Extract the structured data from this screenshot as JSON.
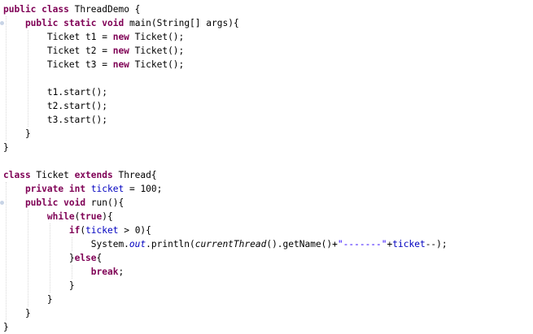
{
  "editor": {
    "lines": [
      {
        "indent": 0,
        "tokens": [
          {
            "t": "public",
            "c": "kw"
          },
          {
            "t": " "
          },
          {
            "t": "class",
            "c": "kw"
          },
          {
            "t": " ThreadDemo {"
          }
        ]
      },
      {
        "indent": 1,
        "tokens": [
          {
            "t": "public",
            "c": "kw"
          },
          {
            "t": " "
          },
          {
            "t": "static",
            "c": "kw"
          },
          {
            "t": " "
          },
          {
            "t": "void",
            "c": "kw"
          },
          {
            "t": " main(String[] args){"
          }
        ]
      },
      {
        "indent": 2,
        "tokens": [
          {
            "t": "Ticket t1 = "
          },
          {
            "t": "new",
            "c": "kw"
          },
          {
            "t": " Ticket();"
          }
        ]
      },
      {
        "indent": 2,
        "tokens": [
          {
            "t": "Ticket t2 = "
          },
          {
            "t": "new",
            "c": "kw"
          },
          {
            "t": " Ticket();"
          }
        ]
      },
      {
        "indent": 2,
        "tokens": [
          {
            "t": "Ticket t3 = "
          },
          {
            "t": "new",
            "c": "kw"
          },
          {
            "t": " Ticket();"
          }
        ]
      },
      {
        "indent": 0,
        "tokens": []
      },
      {
        "indent": 2,
        "tokens": [
          {
            "t": "t1.start();"
          }
        ]
      },
      {
        "indent": 2,
        "tokens": [
          {
            "t": "t2.start();"
          }
        ]
      },
      {
        "indent": 2,
        "tokens": [
          {
            "t": "t3.start();"
          }
        ]
      },
      {
        "indent": 1,
        "tokens": [
          {
            "t": "}"
          }
        ]
      },
      {
        "indent": 0,
        "tokens": [
          {
            "t": "}"
          }
        ]
      },
      {
        "indent": 0,
        "tokens": []
      },
      {
        "indent": 0,
        "tokens": [
          {
            "t": "class",
            "c": "kw"
          },
          {
            "t": " Ticket "
          },
          {
            "t": "extends",
            "c": "kw"
          },
          {
            "t": " Thread{"
          }
        ]
      },
      {
        "indent": 1,
        "tokens": [
          {
            "t": "private",
            "c": "kw"
          },
          {
            "t": " "
          },
          {
            "t": "int",
            "c": "kw"
          },
          {
            "t": " "
          },
          {
            "t": "ticket",
            "c": "fld"
          },
          {
            "t": " = 100;"
          }
        ]
      },
      {
        "indent": 1,
        "tokens": [
          {
            "t": "public",
            "c": "kw"
          },
          {
            "t": " "
          },
          {
            "t": "void",
            "c": "kw"
          },
          {
            "t": " run(){"
          }
        ]
      },
      {
        "indent": 2,
        "tokens": [
          {
            "t": "while",
            "c": "kw"
          },
          {
            "t": "("
          },
          {
            "t": "true",
            "c": "kw"
          },
          {
            "t": "){"
          }
        ]
      },
      {
        "indent": 3,
        "tokens": [
          {
            "t": "if",
            "c": "kw"
          },
          {
            "t": "("
          },
          {
            "t": "ticket",
            "c": "fld"
          },
          {
            "t": " > 0){"
          }
        ]
      },
      {
        "indent": 4,
        "tokens": [
          {
            "t": "System."
          },
          {
            "t": "out",
            "c": "fld-i"
          },
          {
            "t": ".println("
          },
          {
            "t": "currentThread",
            "c": "ital"
          },
          {
            "t": "().getName()+"
          },
          {
            "t": "\"-------\"",
            "c": "str"
          },
          {
            "t": "+"
          },
          {
            "t": "ticket",
            "c": "fld"
          },
          {
            "t": "--);"
          }
        ]
      },
      {
        "indent": 3,
        "tokens": [
          {
            "t": "}"
          },
          {
            "t": "else",
            "c": "kw"
          },
          {
            "t": "{"
          }
        ]
      },
      {
        "indent": 4,
        "tokens": [
          {
            "t": "break",
            "c": "kw"
          },
          {
            "t": ";"
          }
        ]
      },
      {
        "indent": 3,
        "tokens": [
          {
            "t": "}"
          }
        ]
      },
      {
        "indent": 2,
        "tokens": [
          {
            "t": "}"
          }
        ]
      },
      {
        "indent": 1,
        "tokens": [
          {
            "t": "}"
          }
        ]
      },
      {
        "indent": 0,
        "tokens": [
          {
            "t": "}"
          }
        ]
      }
    ]
  },
  "colors": {
    "keyword": "#7f0055",
    "field": "#0000c0",
    "string": "#2a00ff",
    "text": "#000000",
    "background": "#ffffff"
  }
}
